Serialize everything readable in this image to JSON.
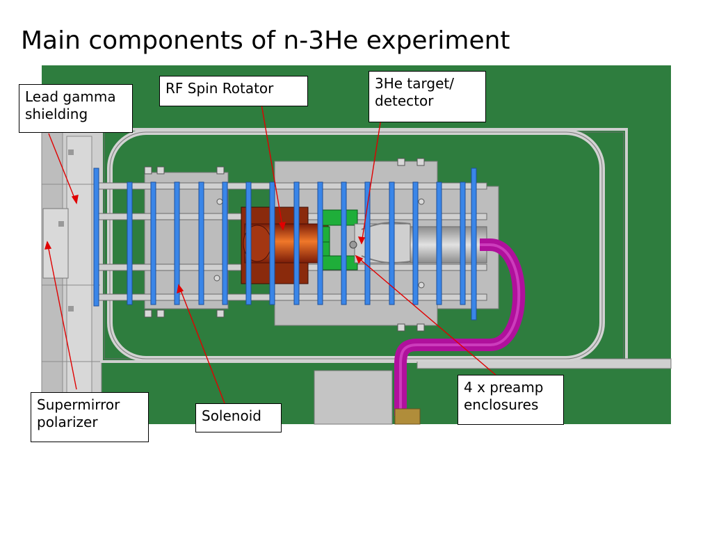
{
  "slide": {
    "title": "Main components of n-3He experiment"
  },
  "labels": {
    "lead_gamma_shielding": "Lead gamma\nshielding",
    "rf_spin_rotator": "RF Spin Rotator",
    "he3_target_detector": "3He target/\ndetector",
    "supermirror_polarizer": "Supermirror\npolarizer",
    "solenoid": "Solenoid",
    "preamp_enclosures": "4 x preamp\nenclosures"
  },
  "colors": {
    "background_floor": "#2e7d3e",
    "rail_frame": "#c9c9c9",
    "steel_plate": "#b9b9b9",
    "coil_bars": "#3a86e8",
    "rf_rotator": "#c0441a",
    "preamp_green": "#1fae3a",
    "cable_magenta": "#b0109c",
    "arrow_red": "#e00000",
    "base_block": "#b08d3a"
  }
}
